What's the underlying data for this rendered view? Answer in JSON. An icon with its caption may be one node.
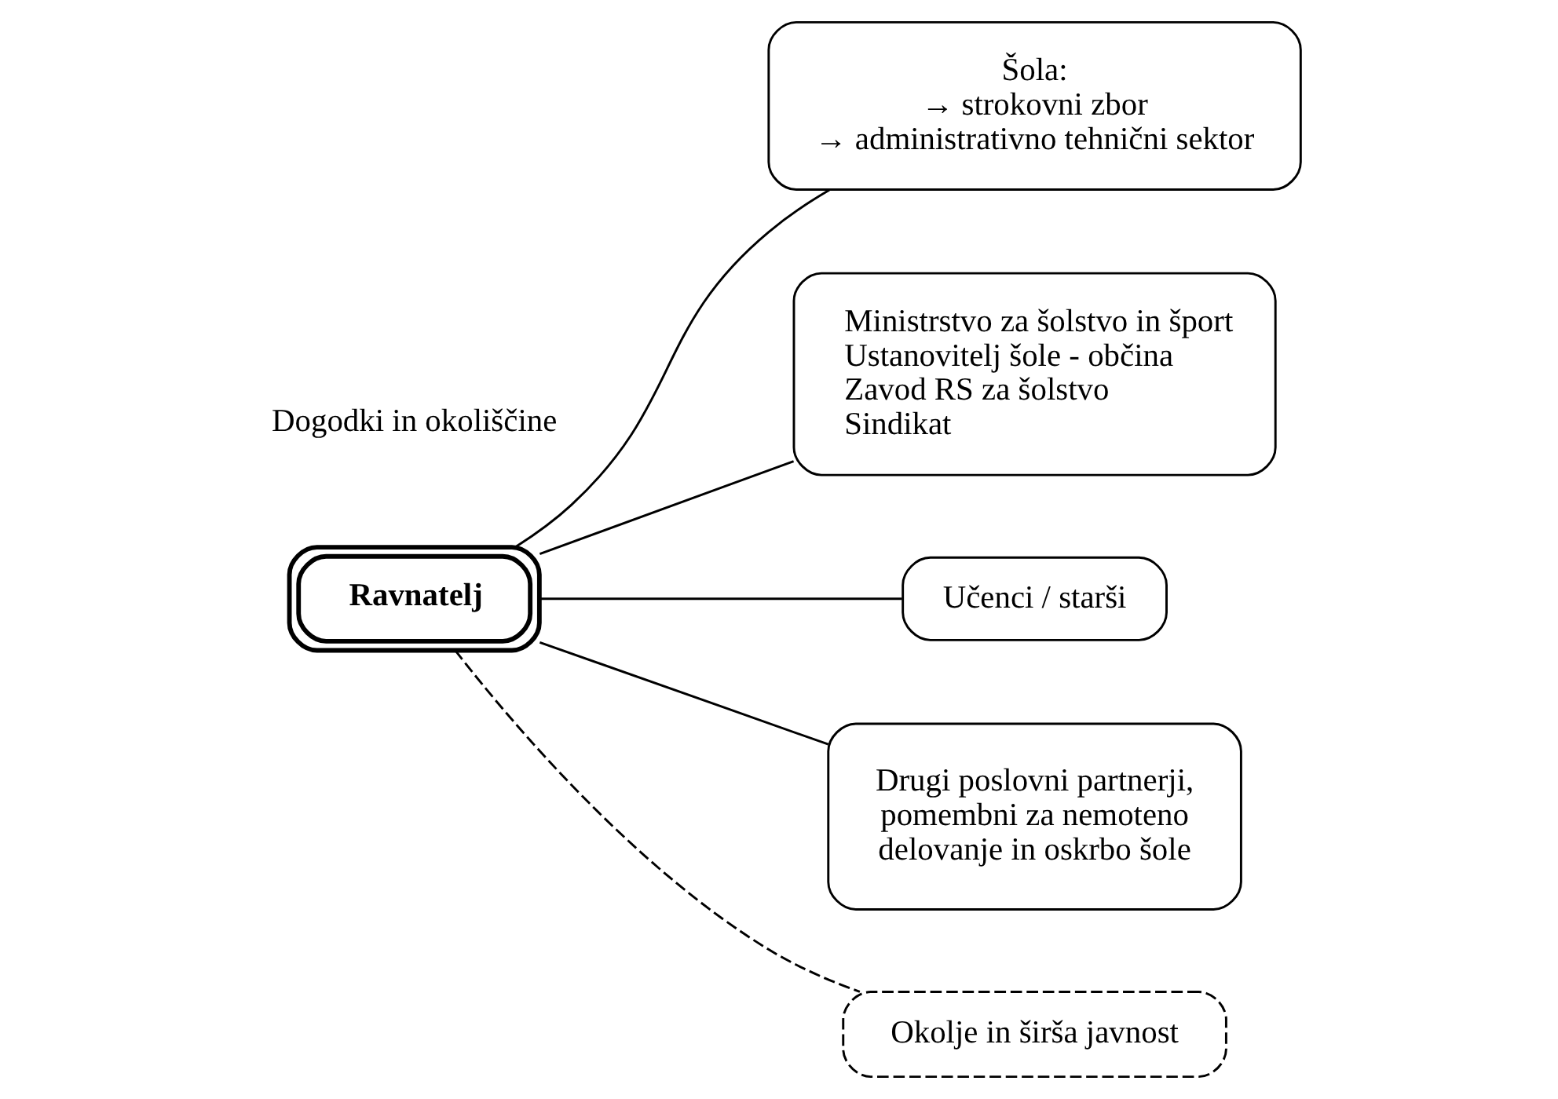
{
  "diagram": {
    "nodes": [
      {
        "text": [
          "Ravnatelj"
        ]
      },
      {
        "text": [
          "Šola:",
          "→ strokovni zbor",
          "→ administrativno tehnični sektor"
        ]
      },
      {
        "text": [
          "Ministrstvo za šolstvo in šport",
          "Ustanovitelj šole - občina",
          "Zavod RS za šolstvo",
          "Sindikat"
        ]
      },
      {
        "text": [
          "Učenci / starši"
        ]
      },
      {
        "text": [
          "Drugi poslovni partnerji, pomembni za nemoteno delovanje in oskrbo šole"
        ]
      },
      {
        "text": [
          "Okolje in širša javnost"
        ]
      }
    ],
    "edges": [
      {
        "from": 1,
        "to": 0,
        "arrow": "none"
      },
      {
        "from": 2,
        "to": 0,
        "arrow": "none"
      },
      {
        "from": 3,
        "to": 0,
        "arrow": "none"
      },
      {
        "from": 4,
        "to": 0,
        "arrow": "none"
      },
      {
        "from": 5,
        "to": 0,
        "arrow": "none",
        "style": "dashed"
      }
    ],
    "labels": [
      "Dogodki in okoliščine"
    ]
  }
}
